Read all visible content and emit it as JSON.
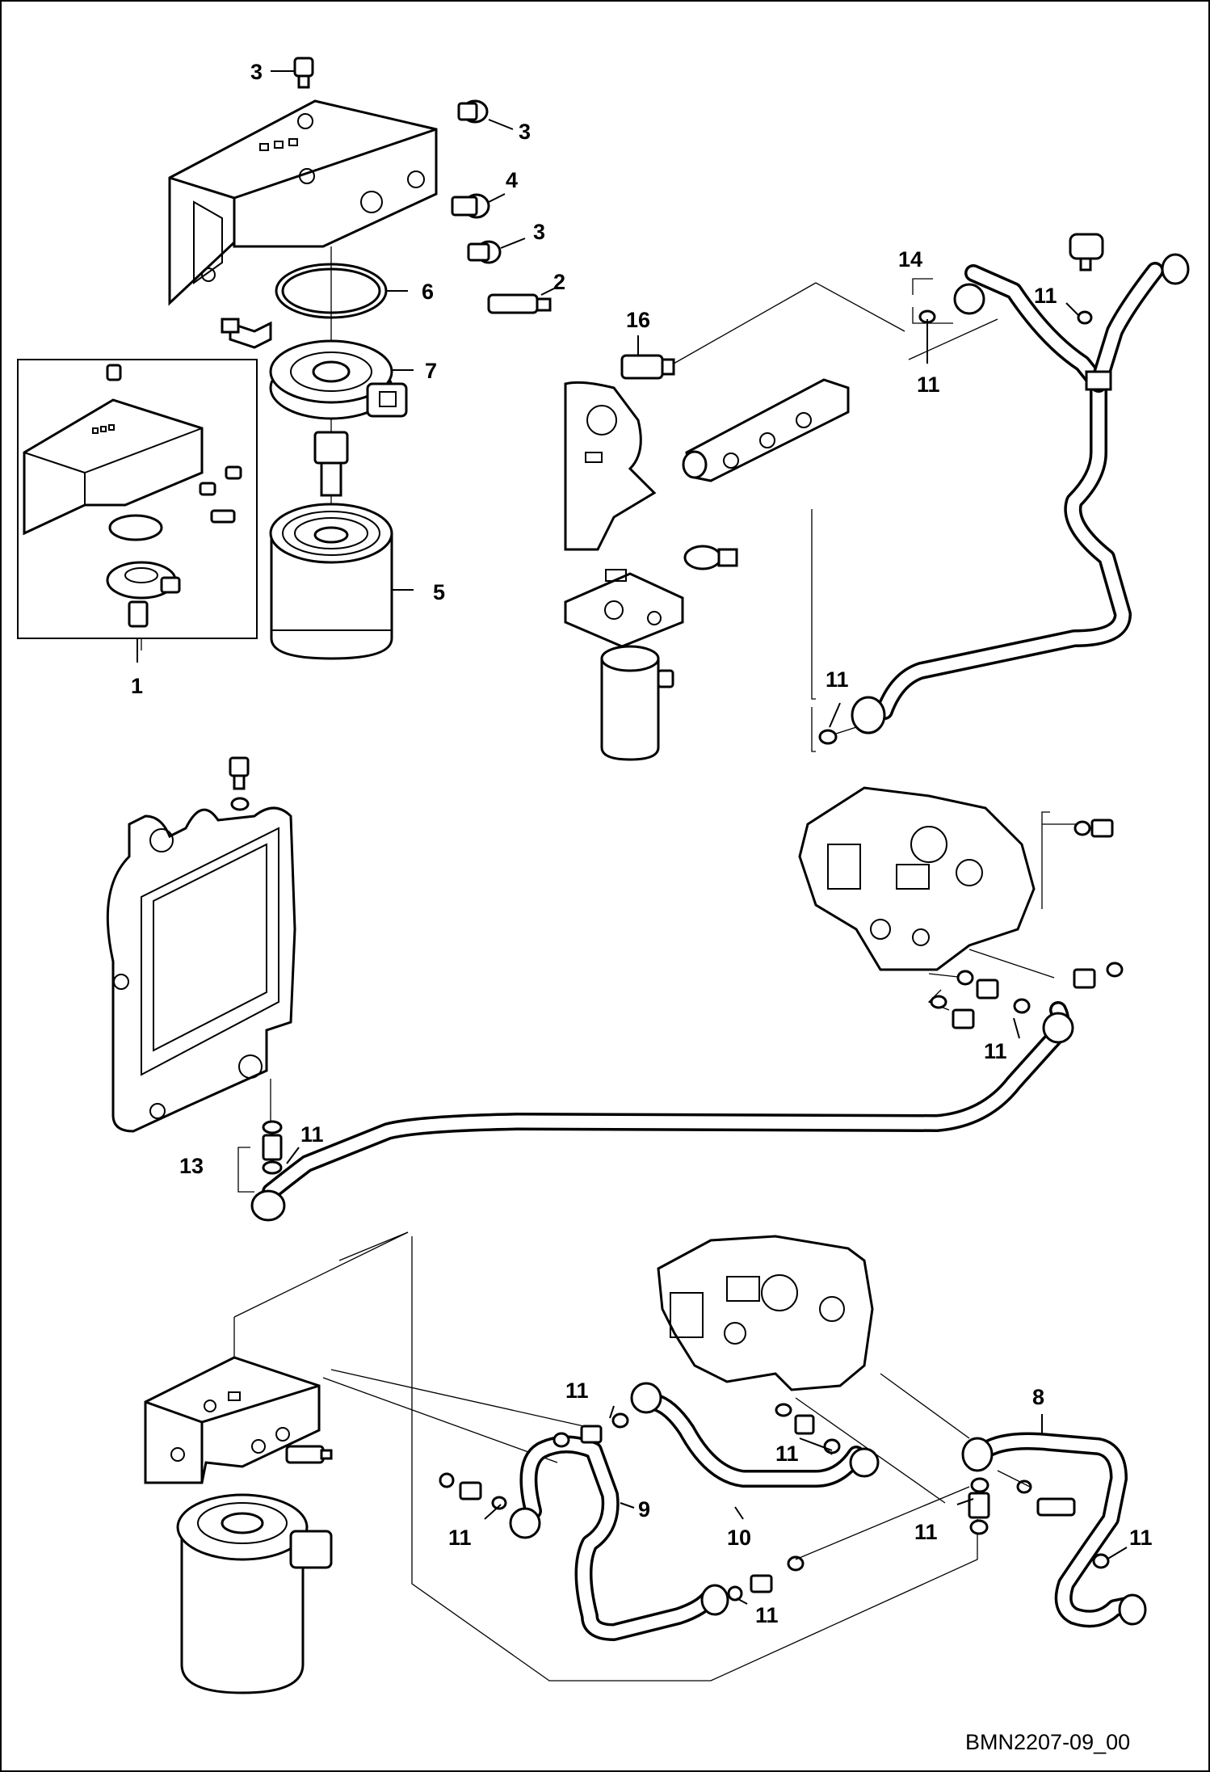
{
  "document_id": "BMN2207-09_00",
  "callouts": [
    {
      "key": "c3a",
      "text": "3"
    },
    {
      "key": "c3b",
      "text": "3"
    },
    {
      "key": "c4",
      "text": "4"
    },
    {
      "key": "c3c",
      "text": "3"
    },
    {
      "key": "c2",
      "text": "2"
    },
    {
      "key": "c6",
      "text": "6"
    },
    {
      "key": "c7",
      "text": "7"
    },
    {
      "key": "c5",
      "text": "5"
    },
    {
      "key": "c1",
      "text": "1"
    },
    {
      "key": "c14",
      "text": "14"
    },
    {
      "key": "c16",
      "text": "16"
    },
    {
      "key": "c11a",
      "text": "11"
    },
    {
      "key": "c11b",
      "text": "11"
    },
    {
      "key": "c11c",
      "text": "11"
    },
    {
      "key": "c11d",
      "text": "11"
    },
    {
      "key": "c11e",
      "text": "11"
    },
    {
      "key": "c13",
      "text": "13"
    },
    {
      "key": "c11f",
      "text": "11"
    },
    {
      "key": "c9",
      "text": "9"
    },
    {
      "key": "c11g",
      "text": "11"
    },
    {
      "key": "c10",
      "text": "10"
    },
    {
      "key": "c11h",
      "text": "11"
    },
    {
      "key": "c8",
      "text": "8"
    },
    {
      "key": "c11i",
      "text": "11"
    },
    {
      "key": "c11j",
      "text": "11"
    },
    {
      "key": "c11k",
      "text": "11"
    }
  ]
}
